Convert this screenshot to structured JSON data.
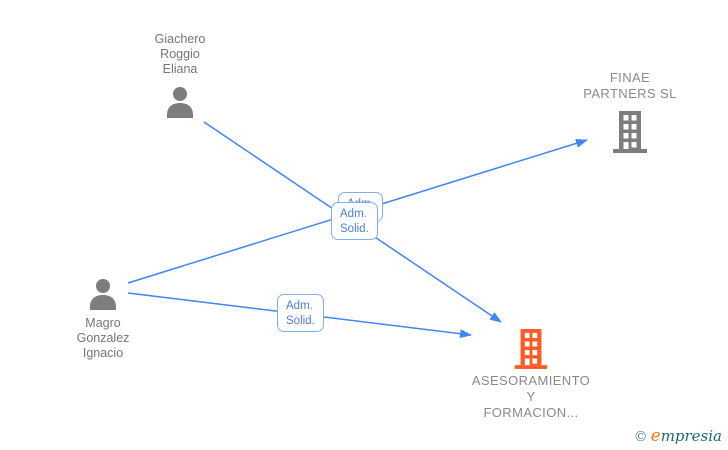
{
  "nodes": {
    "giachero": {
      "type": "person",
      "lines": [
        "Giachero",
        "Roggio",
        "Eliana"
      ]
    },
    "finae": {
      "type": "company",
      "lines": [
        "FINAE",
        "PARTNERS SL"
      ]
    },
    "magro": {
      "type": "person",
      "lines": [
        "Magro",
        "Gonzalez",
        "Ignacio"
      ]
    },
    "asesoramiento": {
      "type": "company",
      "lines": [
        "ASESORAMIENTO",
        "Y",
        "FORMACION..."
      ]
    }
  },
  "edges": [
    {
      "from": "Giachero Roggio Eliana",
      "to": "ASESORAMIENTO Y FORMACION...",
      "label_lines": [
        "Adm."
      ]
    },
    {
      "from": "Magro Gonzalez Ignacio",
      "to": "FINAE PARTNERS SL",
      "label_lines": [
        "Adm.",
        "Solid."
      ]
    },
    {
      "from": "Magro Gonzalez Ignacio",
      "to": "ASESORAMIENTO Y FORMACION...",
      "label_lines": [
        "Adm.",
        "Solid."
      ]
    }
  ],
  "watermark": {
    "copyright": "©",
    "brand_initial": "e",
    "brand_rest": "mpresia"
  },
  "colors": {
    "edge": "#4185f4",
    "node_label_gray": "#8a8a8a",
    "person_icon": "#7d7d7d",
    "company_icon_gray": "#7d7d7d",
    "company_icon_orange": "#ff5a26",
    "edge_label_text": "#4b7fd8",
    "edge_label_border": "#84acf0",
    "watermark_teal": "#1e6976",
    "watermark_orange": "#ee7b1f"
  }
}
